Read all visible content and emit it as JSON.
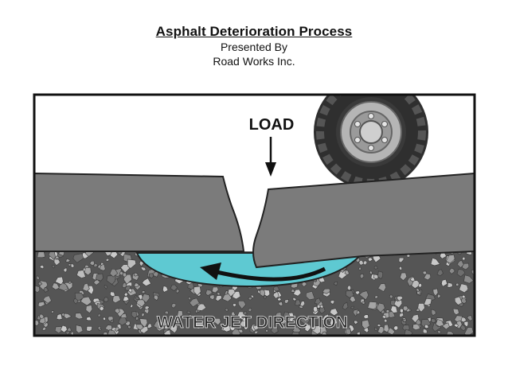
{
  "header": {
    "title": "Asphalt Deterioration Process",
    "presenter_label": "Presented By",
    "company": "Road Works Inc."
  },
  "diagram": {
    "load_label": "LOAD",
    "water_label": "WATER JET DIRECTION"
  },
  "colors": {
    "asphalt": "#7b7b7b",
    "water": "#5ec9d2",
    "gravel_bg": "#555555",
    "tire": "#3a3a3a",
    "rim": "#b5b5b5"
  },
  "icons": [
    "tire-icon",
    "down-arrow-icon",
    "curved-arrow-icon"
  ]
}
